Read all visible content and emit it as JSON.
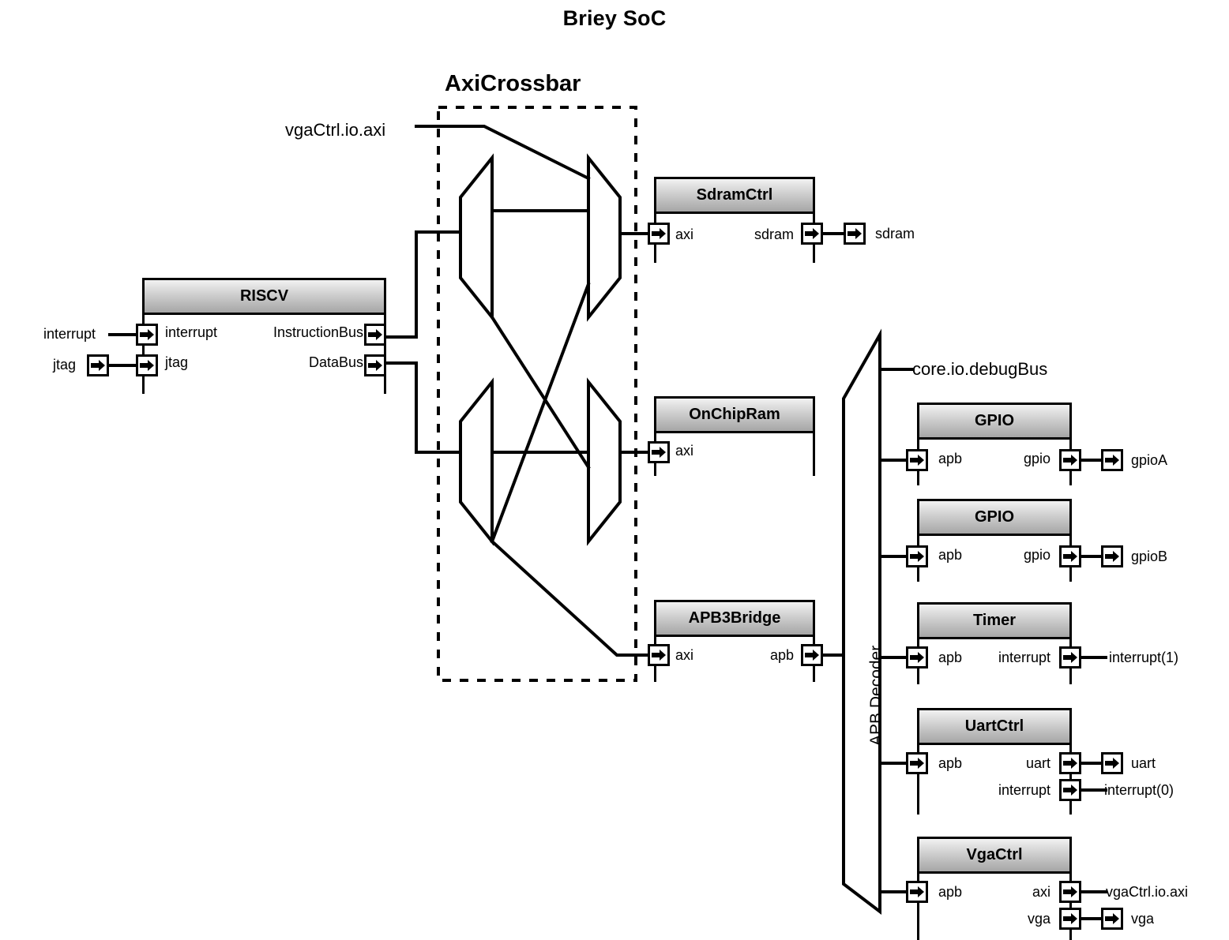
{
  "diagram": {
    "title": "Briey SoC",
    "group_label": "AxiCrossbar",
    "decoder_label": "APB Decoder"
  },
  "external_signals": {
    "interrupt_in": "interrupt",
    "jtag_in": "jtag",
    "vga_axi_top": "vgaCtrl.io.axi",
    "debug_bus": "core.io.debugBus",
    "sdram_out": "sdram",
    "gpioA": "gpioA",
    "gpioB": "gpioB",
    "timer_interrupt": "interrupt(1)",
    "uart_out": "uart",
    "uart_interrupt": "interrupt(0)",
    "vga_axi_out": "vgaCtrl.io.axi",
    "vga_out": "vga"
  },
  "blocks": [
    {
      "id": "riscv",
      "title": "RISCV",
      "inputs": [
        "interrupt",
        "jtag"
      ],
      "outputs": [
        "InstructionBus",
        "DataBus"
      ]
    },
    {
      "id": "sdramctrl",
      "title": "SdramCtrl",
      "inputs": [
        "axi"
      ],
      "outputs": [
        "sdram"
      ]
    },
    {
      "id": "onchipram",
      "title": "OnChipRam",
      "inputs": [
        "axi"
      ],
      "outputs": []
    },
    {
      "id": "apb3bridge",
      "title": "APB3Bridge",
      "inputs": [
        "axi"
      ],
      "outputs": [
        "apb"
      ]
    },
    {
      "id": "gpioA",
      "title": "GPIO",
      "inputs": [
        "apb"
      ],
      "outputs": [
        "gpio"
      ]
    },
    {
      "id": "gpioB",
      "title": "GPIO",
      "inputs": [
        "apb"
      ],
      "outputs": [
        "gpio"
      ]
    },
    {
      "id": "timer",
      "title": "Timer",
      "inputs": [
        "apb"
      ],
      "outputs": [
        "interrupt"
      ]
    },
    {
      "id": "uartctrl",
      "title": "UartCtrl",
      "inputs": [
        "apb"
      ],
      "outputs": [
        "uart",
        "interrupt"
      ]
    },
    {
      "id": "vgactrl",
      "title": "VgaCtrl",
      "inputs": [
        "apb"
      ],
      "outputs": [
        "axi",
        "vga"
      ]
    }
  ],
  "icons": {
    "port": "arrow-right-icon"
  },
  "colors": {
    "line": "#000000",
    "header_top": "#f2f2f2",
    "header_bottom": "#a6a6a6",
    "background": "#ffffff"
  }
}
